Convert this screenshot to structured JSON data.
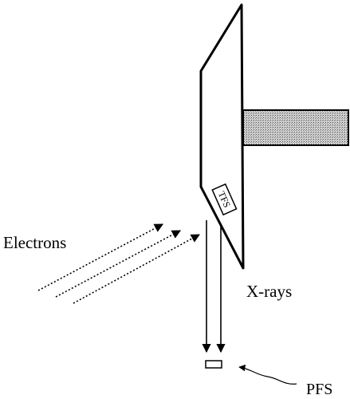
{
  "labels": {
    "electrons": "Electrons",
    "xrays": "X-rays",
    "tfs": "TFS",
    "pfs": "PFS"
  },
  "colors": {
    "stroke": "#000000",
    "background": "#ffffff",
    "stem_fill": "#bdbdbd"
  }
}
